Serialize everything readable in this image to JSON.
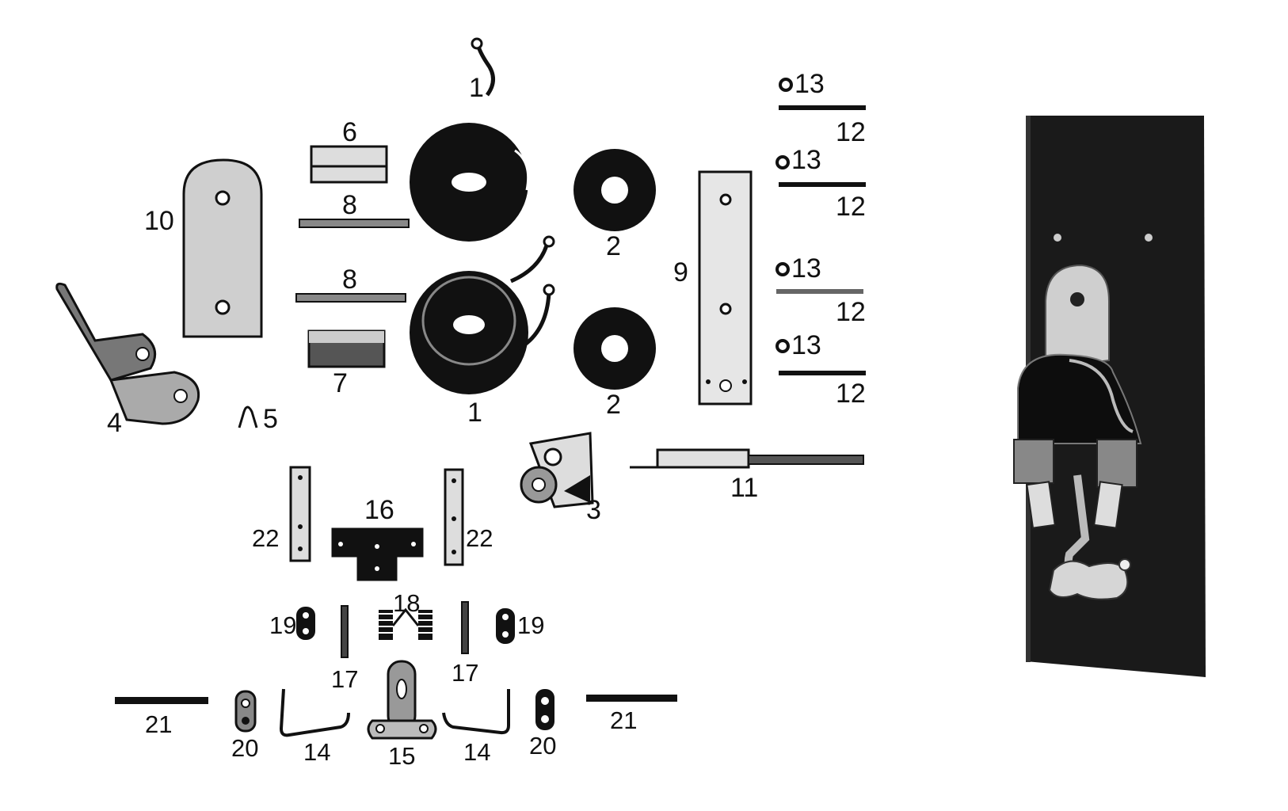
{
  "labels": {
    "p1_top": "1",
    "p1_bottom": "1",
    "p2_top": "2",
    "p2_bottom": "2",
    "p3": "3",
    "p4": "4",
    "p5": "5",
    "p6": "6",
    "p7": "7",
    "p8_top": "8",
    "p8_bottom": "8",
    "p9": "9",
    "p10": "10",
    "p11": "11",
    "p12_a": "12",
    "p12_b": "12",
    "p12_c": "12",
    "p12_d": "12",
    "p13_a": "13",
    "p13_b": "13",
    "p13_c": "13",
    "p13_d": "13",
    "p14_left": "14",
    "p14_right": "14",
    "p15": "15",
    "p16": "16",
    "p17_left": "17",
    "p17_right": "17",
    "p18": "18",
    "p19_left": "19",
    "p19_right": "19",
    "p20_left": "20",
    "p20_right": "20",
    "p21_left": "21",
    "p21_right": "21",
    "p22_left": "22",
    "p22_right": "22"
  },
  "colors": {
    "ink": "#111111",
    "metal": "#cfcfcf",
    "board": "#1a1a1a"
  }
}
